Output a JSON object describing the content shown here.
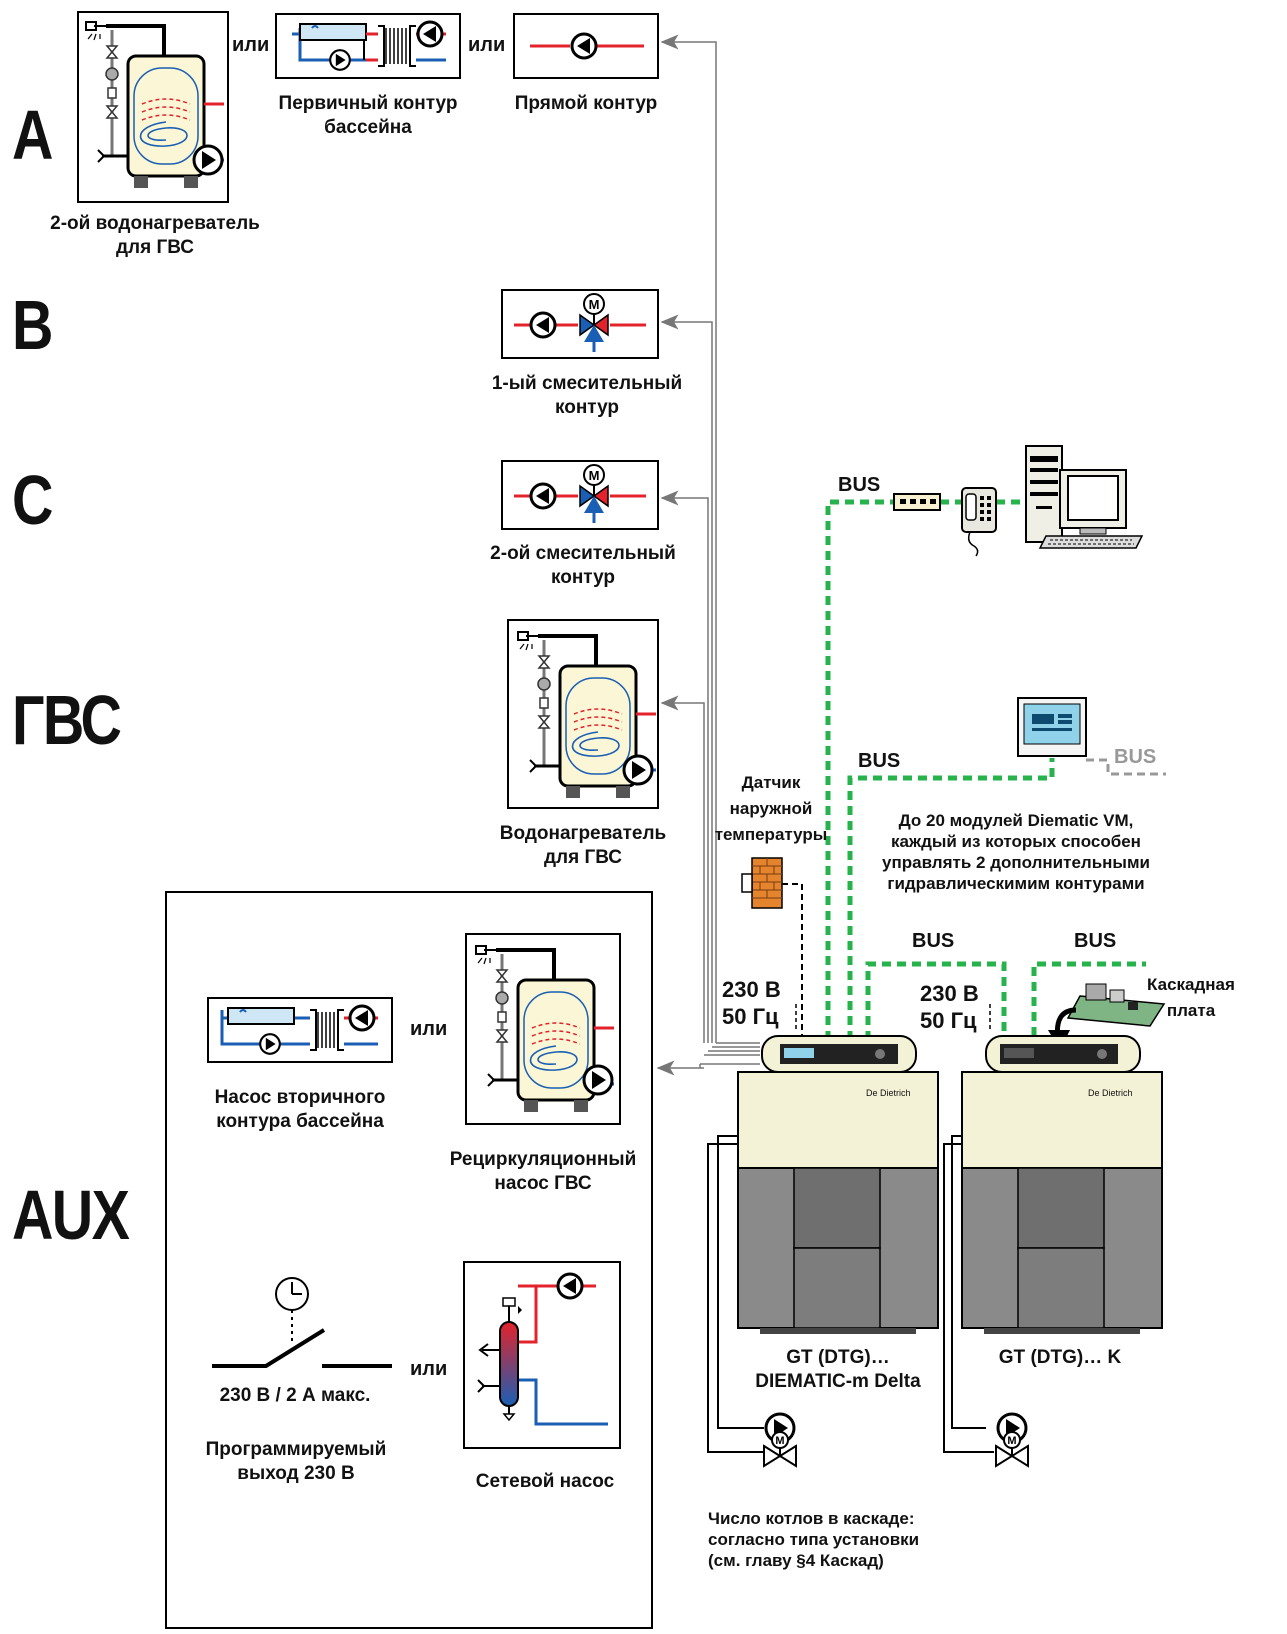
{
  "sections": {
    "a": "A",
    "b": "B",
    "c": "C",
    "gvs": "ГВС",
    "aux": "AUX"
  },
  "word_or": "или",
  "bus_label": "BUS",
  "labels": {
    "second_water_heater": "2-ой водонагреватель\nдля ГВС",
    "pool_primary": "Первичный контур\nбассейна",
    "direct_circuit": "Прямой контур",
    "mixing_1": "1-ый смесительный\nконтур",
    "mixing_2": "2-ой смесительный\nконтур",
    "water_heater": "Водонагреватель\nдля ГВС",
    "outdoor_sensor": "Датчик\nнаружной\nтемпературы",
    "vm_modules": "До 20 модулей Diematic VM,\nкаждый из которых способен\nуправлять 2 дополнительными\nгидравлическимим контурами",
    "pool_secondary_pump": "Насос вторичного\nконтура бассейна",
    "recirculation_pump": "Рециркуляционный\nнасос ГВС",
    "programmable_output": "Программируемый\nвыход 230 В",
    "output_rating": "230 В / 2 А макс.",
    "network_pump": "Сетевой насос",
    "cascade_board": "Каскадная\nплата",
    "boiler_1": "GT (DTG)…\nDIEMATIC-m Delta",
    "boiler_2": "GT (DTG)… K",
    "cascade_note": "Число котлов в каскаде:\nсогласно типа установки\n(см. главу §4 Каскад)",
    "power_1": "230 В\n50 Гц",
    "power_2": "230 В\n50 Гц",
    "brand": "De Dietrich"
  },
  "colors": {
    "red_pipe": "#e3232b",
    "blue_pipe": "#1a5fb4",
    "bus_green": "#27b34b",
    "tank_fill": "#fbf6d5",
    "boiler_cream": "#f3f1d6",
    "boiler_gray": "#8a8a8a"
  }
}
